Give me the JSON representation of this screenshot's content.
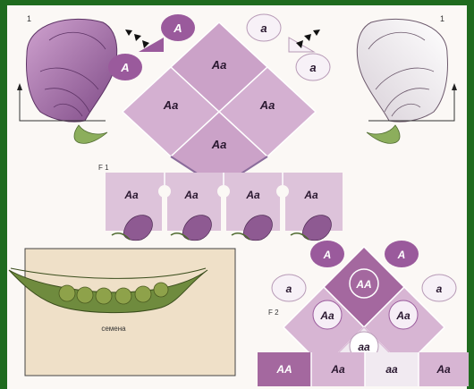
{
  "generation_labels": {
    "p_left": "1",
    "p_right": "1",
    "f1": "F 1",
    "f2": "F 2"
  },
  "parents": {
    "left_gamete": "A",
    "left_genotype": "A",
    "right_gamete": "a",
    "right_genotype": "a"
  },
  "p_cross_cells": [
    "Aa",
    "Aa",
    "Aa",
    "Aa"
  ],
  "f1_offspring": [
    "Aa",
    "Aa",
    "Aa",
    "Aa"
  ],
  "pod": {
    "caption": "семена"
  },
  "f2": {
    "gametes_top": [
      "A",
      "A"
    ],
    "gametes_side": [
      "a",
      "a"
    ],
    "punnett": [
      "AA",
      "Aa",
      "Aa",
      "aa"
    ],
    "bottom_row": [
      "AA",
      "Aa",
      "aa",
      "Aa"
    ]
  },
  "colors": {
    "background": "#1f6b1f",
    "dominant_dark": "#9a5a9c",
    "dominant_light": "#d9b3d6",
    "recessive": "#f7f1f7",
    "panel_tan": "#efe0c8"
  }
}
